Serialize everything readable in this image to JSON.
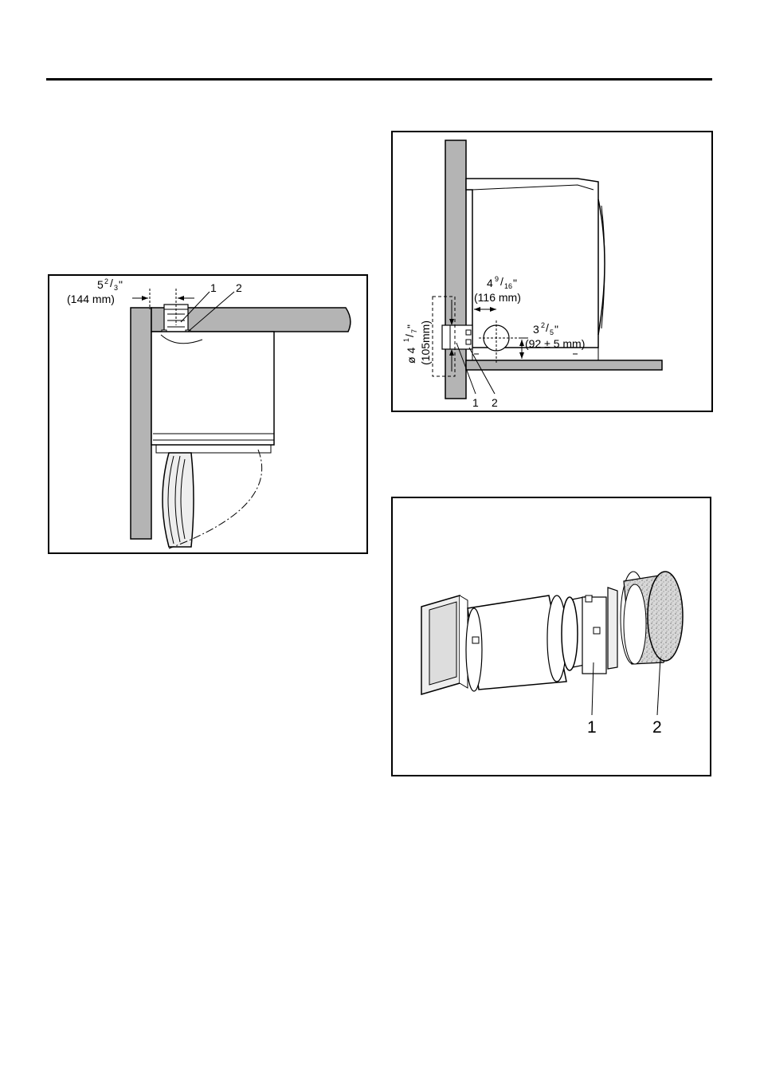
{
  "figure_a": {
    "dim_whole": "5",
    "dim_num": "2",
    "dim_den": "3",
    "dim_inch_mark": "\"",
    "dim_mm": "(144 mm)",
    "label_1": "1",
    "label_2": "2"
  },
  "figure_b": {
    "dim1_whole": "4",
    "dim1_num": "9",
    "dim1_den": "16",
    "dim1_inch_mark": "\"",
    "dim1_mm": "(116 mm)",
    "dim2_whole": "3",
    "dim2_num": "2",
    "dim2_den": "5",
    "dim2_inch_mark": "\"",
    "dim2_mm": "(92 ± 5 mm)",
    "dia_prefix": "ø  4",
    "dia_num": "1",
    "dia_den": "7",
    "dia_inch_mark": " \"",
    "dia_mm": "(105mm)",
    "label_1": "1",
    "label_2": "2"
  },
  "figure_c": {
    "label_1": "1",
    "label_2": "2"
  }
}
